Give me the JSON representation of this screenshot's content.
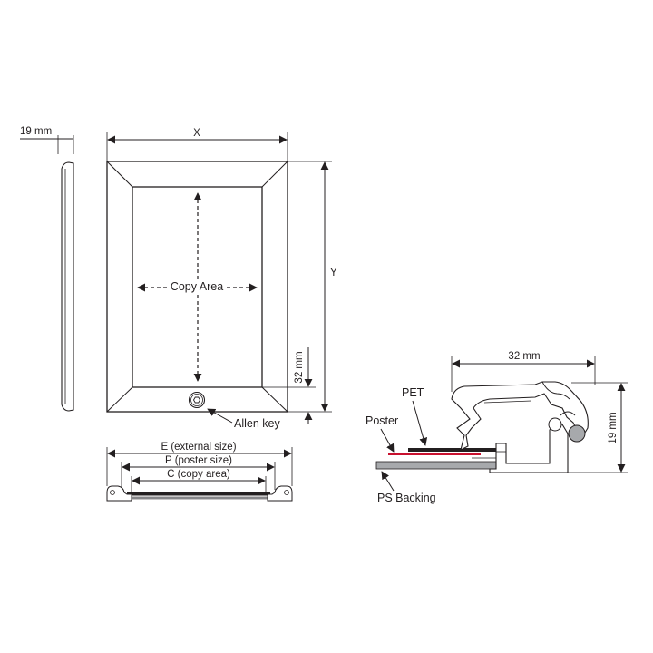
{
  "labels": {
    "side_depth": "19 mm",
    "width_x": "X",
    "height_y": "Y",
    "copy_area": "Copy Area",
    "bottom_margin": "32 mm",
    "allen_key": "Allen key",
    "external_size": "E (external size)",
    "poster_size": "P (poster size)",
    "copy_size": "C (copy area)",
    "profile_width": "32 mm",
    "profile_depth": "19 mm",
    "pet": "PET",
    "poster": "Poster",
    "ps_backing": "PS Backing"
  },
  "colors": {
    "line": "#231f20",
    "poster": "#c8102e",
    "backing": "#a7a9ac",
    "pet": "#231f20"
  },
  "icons": {
    "allen_screw": "hex-socket-screw-icon",
    "arrowhead": "arrowhead-icon"
  }
}
